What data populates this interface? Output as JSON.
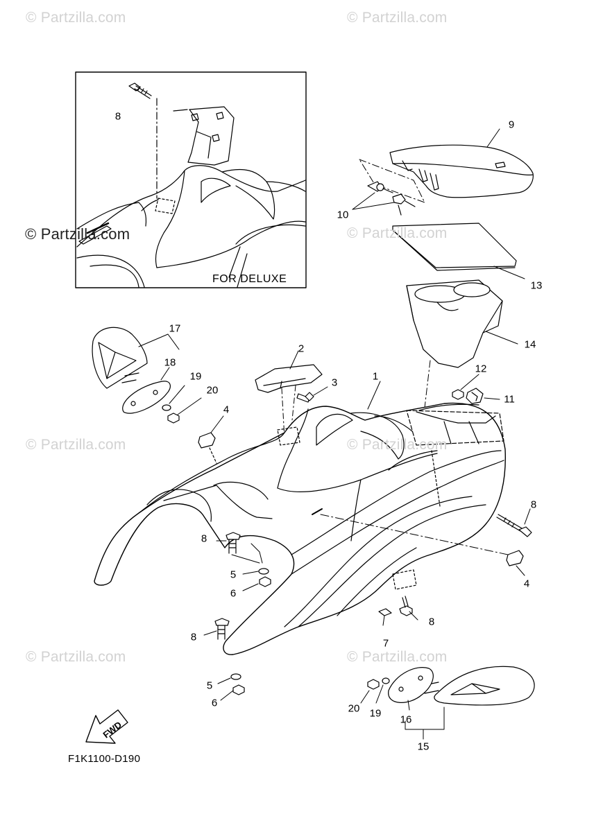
{
  "watermark": "© Partzilla.com",
  "inset_caption": "FOR DELUXE",
  "diagram_code": "F1K1100-D190",
  "fwd_label": "FWD",
  "callouts": [
    {
      "id": "c8-inset",
      "text": "8"
    },
    {
      "id": "c9",
      "text": "9"
    },
    {
      "id": "c10",
      "text": "10"
    },
    {
      "id": "c13",
      "text": "13"
    },
    {
      "id": "c14",
      "text": "14"
    },
    {
      "id": "c17",
      "text": "17"
    },
    {
      "id": "c18",
      "text": "18"
    },
    {
      "id": "c19-left",
      "text": "19"
    },
    {
      "id": "c20-left",
      "text": "20"
    },
    {
      "id": "c2",
      "text": "2"
    },
    {
      "id": "c3",
      "text": "3"
    },
    {
      "id": "c1",
      "text": "1"
    },
    {
      "id": "c12",
      "text": "12"
    },
    {
      "id": "c11",
      "text": "11"
    },
    {
      "id": "c4-top",
      "text": "4"
    },
    {
      "id": "c8-right",
      "text": "8"
    },
    {
      "id": "c8-mid",
      "text": "8"
    },
    {
      "id": "c5-mid",
      "text": "5"
    },
    {
      "id": "c6-mid",
      "text": "6"
    },
    {
      "id": "c4-right",
      "text": "4"
    },
    {
      "id": "c8-front",
      "text": "8"
    },
    {
      "id": "c7",
      "text": "7"
    },
    {
      "id": "c8-low",
      "text": "8"
    },
    {
      "id": "c5-low",
      "text": "5"
    },
    {
      "id": "c6-low",
      "text": "6"
    },
    {
      "id": "c20-right",
      "text": "20"
    },
    {
      "id": "c19-right",
      "text": "19"
    },
    {
      "id": "c16",
      "text": "16"
    },
    {
      "id": "c15",
      "text": "15"
    }
  ]
}
